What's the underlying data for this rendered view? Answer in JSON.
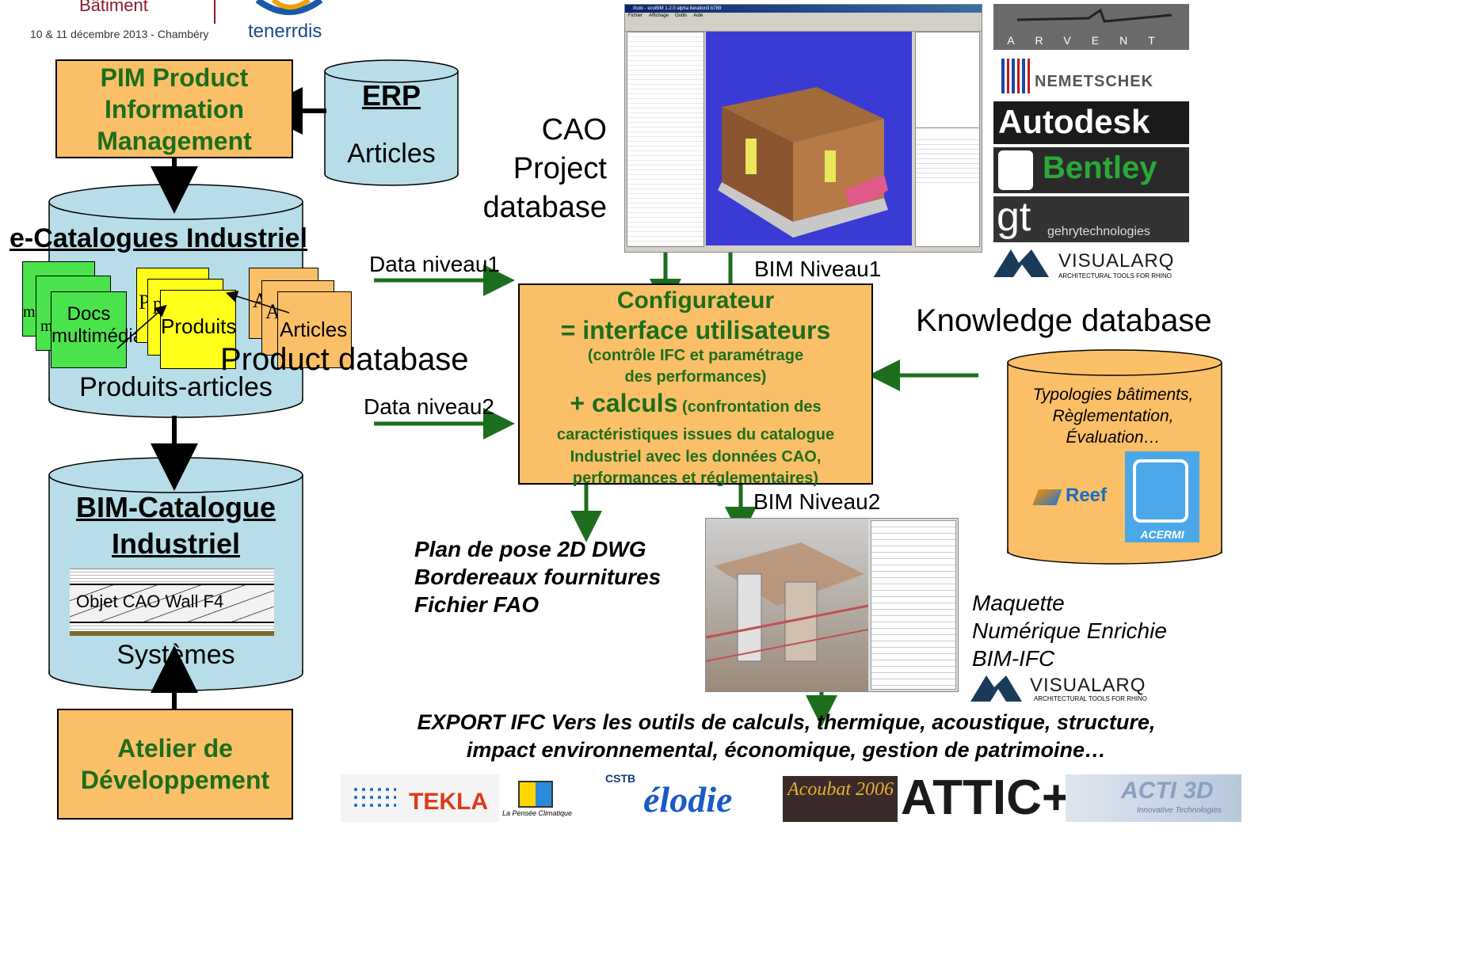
{
  "header": {
    "event_title": "Bâtiment",
    "event_date": "10 & 11 décembre 2013 - Chambéry",
    "org_logo": "tenerrdis"
  },
  "left": {
    "pim_box": "PIM Product\nInformation\nManagement",
    "erp": {
      "title": "ERP",
      "subtitle": "Articles"
    },
    "ecat": {
      "title": "e-Catalogues Industriel",
      "docs_label": "Docs\nmultimédia",
      "docs_back_letters": [
        "m",
        "m"
      ],
      "produits_label": "Produits",
      "produits_back_letters": [
        "P",
        "p"
      ],
      "articles_label": "Articles",
      "articles_back_letters": [
        "A",
        "A"
      ],
      "overlay": "Product database",
      "bottom": "Produits-articles"
    },
    "bim_catalogue": {
      "title_line1": "BIM-Catalogue",
      "title_line2": "Industriel",
      "object_label": "Objet CAO Wall F4",
      "bottom": "Systèmes"
    },
    "atelier": "Atelier de\nDéveloppement"
  },
  "middle": {
    "data_niveau1": "Data niveau1",
    "data_niveau2": "Data niveau2",
    "cao_label": "CAO\nProject\ndatabase",
    "bim_niveau1": "BIM Niveau1",
    "bim_niveau2": "BIM Niveau2",
    "configurateur": {
      "title": "Configurateur",
      "line2": "= interface utilisateurs",
      "line3": "(contrôle IFC et paramétrage",
      "line4": "des performances)",
      "line5_big": "+ calculs",
      "line5_small": " (confrontation des",
      "line6": "caractéristiques issues du catalogue",
      "line7": "Industriel avec les données CAO,",
      "line8": "performances et réglementaires)"
    },
    "outputs": [
      "Plan de pose 2D DWG",
      "Bordereaux fournitures",
      "Fichier FAO"
    ],
    "maquette": [
      "Maquette",
      "Numérique Enrichie",
      "BIM-IFC"
    ],
    "export_line1": "EXPORT IFC Vers les outils de calculs, thermique, acoustique, structure,",
    "export_line2": "impact environnemental, économique, gestion de patrimoine…",
    "screenshot_title": "Ifcdo - ecoBIM 1.2.0 alpha iteration3 b789",
    "screenshot_menu": [
      "Fichier",
      "Affichage",
      "Outils",
      "Aide"
    ]
  },
  "right": {
    "logos": [
      "ARVENT",
      "NEMETSCHEK",
      "Autodesk",
      "Bentley",
      "gt",
      "gehrytechnologies",
      "VISUALARQ",
      "ARCHITECTURAL TOOLS FOR RHINO"
    ],
    "knowledge_title": "Knowledge database",
    "knowledge_text": [
      "Typologies bâtiments,",
      "Règlementation,",
      "Évaluation…"
    ],
    "reef_logo": "Reef",
    "acermi_logo": "ACERMI"
  },
  "bottom_logos": [
    "TEKLA",
    "La Pensée Climatique",
    "CSTB",
    "élodie",
    "Acoubat 2006",
    "ATTIC+",
    "ACTI 3D",
    "Innovative Technologies"
  ],
  "colors": {
    "box_fill": "#fbc067",
    "cylinder_fill": "#b7dde8",
    "arrow_green": "#1c6e1c",
    "doc_green": "#4be34b",
    "doc_yellow": "#ffff1a"
  }
}
